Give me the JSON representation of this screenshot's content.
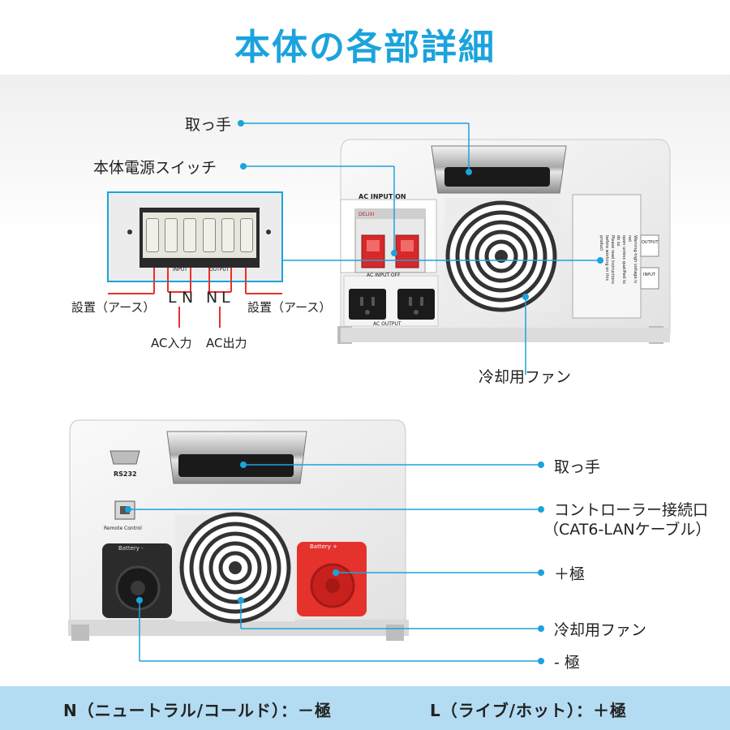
{
  "title": "本体の各部詳細",
  "top_labels": {
    "handle": "取っ手",
    "power_switch": "本体電源スイッチ",
    "fan": "冷却用ファン",
    "ground_left": "設置（アース）",
    "ground_right": "設置（アース）",
    "ac_input": "AC入力",
    "ac_output": "AC出力",
    "l_left": "L",
    "n_left": "N",
    "n_right": "N",
    "l_right": "L"
  },
  "top_device_text": {
    "ac_input_on": "AC INPUT ON",
    "ac_input_off": "AC INPUT OFF",
    "ac_output": "AC OUTPUT",
    "breaker_brand": "DELIXI",
    "warning_line1": "Warning-high voltage is not",
    "warning_line2": "open unless qualified to do so",
    "warning_line3": "Please read instructions",
    "warning_line4": "before working on this product",
    "terminal_input": "INPUT",
    "terminal_output": "OUTPUT",
    "side_output": "OUTPUT",
    "side_input": "INPUT"
  },
  "bottom_labels": {
    "handle": "取っ手",
    "controller_port_line1": "コントローラー接続口",
    "controller_port_line2": "（CAT6-LANケーブル）",
    "positive": "＋極",
    "fan": "冷却用ファン",
    "negative": "- 極"
  },
  "bottom_device_text": {
    "rs232": "RS232",
    "remote_control": "Remote Control",
    "battery_neg": "Battery -",
    "battery_pos": "Battery +"
  },
  "footer": {
    "neutral": "N（ニュートラル/コールド）：－極",
    "live": "L（ライブ/ホット）：＋極"
  },
  "colors": {
    "accent": "#1ba3dc",
    "footer_bg": "#b3dcf3",
    "red": "#e5322d"
  }
}
